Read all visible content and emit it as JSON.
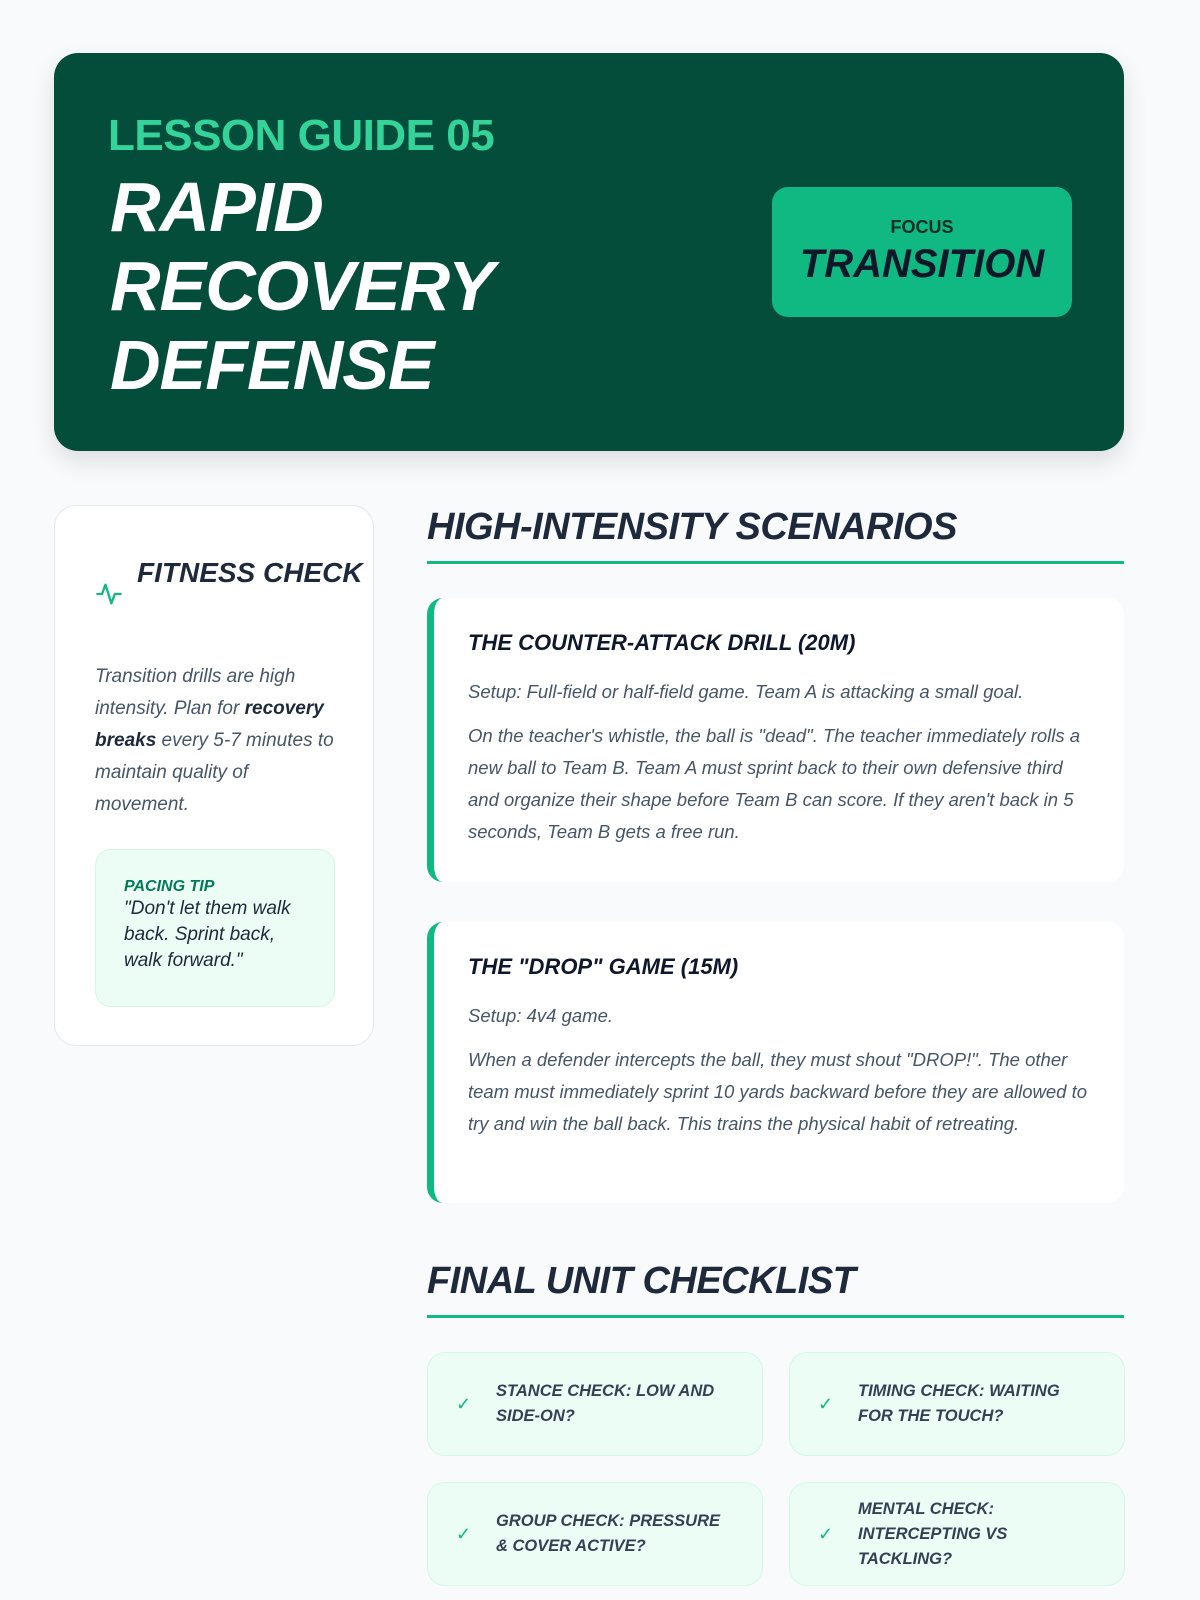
{
  "hero": {
    "kicker": "LESSON GUIDE 05",
    "title": "RAPID RECOVERY DEFENSE",
    "focus_label": "FOCUS",
    "focus_value": "TRANSITION"
  },
  "sidebar": {
    "icon": "activity-pulse-icon",
    "title": "FITNESS CHECK",
    "text_a": "Transition drills are high intensity. Plan for ",
    "text_bold": "recovery breaks",
    "text_b": " every 5-7 minutes to maintain quality of movement.",
    "tip_label": "PACING TIP",
    "tip_quote": "\"Don't let them walk back. Sprint back, walk forward.\""
  },
  "scenarios": {
    "heading": "HIGH-INTENSITY SCENARIOS",
    "cards": [
      {
        "title": "THE COUNTER-ATTACK DRILL (20M)",
        "setup": "Setup: Full-field or half-field game. Team A is attacking a small goal.",
        "body": "On the teacher's whistle, the ball is \"dead\". The teacher immediately rolls a new ball to Team B. Team A must sprint back to their own defensive third and organize their shape before Team B can score. If they aren't back in 5 seconds, Team B gets a free run."
      },
      {
        "title": "THE \"DROP\" GAME (15M)",
        "setup": "Setup: 4v4 game.",
        "body": "When a defender intercepts the ball, they must shout \"DROP!\". The other team must immediately sprint 10 yards backward before they are allowed to try and win the ball back. This trains the physical habit of retreating."
      }
    ]
  },
  "checklist": {
    "heading": "FINAL UNIT CHECKLIST",
    "items": [
      "Stance Check: Low and side-on?",
      "Timing Check: Waiting for the touch?",
      "Group Check: Pressure & cover active?",
      "Mental Check: Intercepting vs tackling?"
    ]
  }
}
